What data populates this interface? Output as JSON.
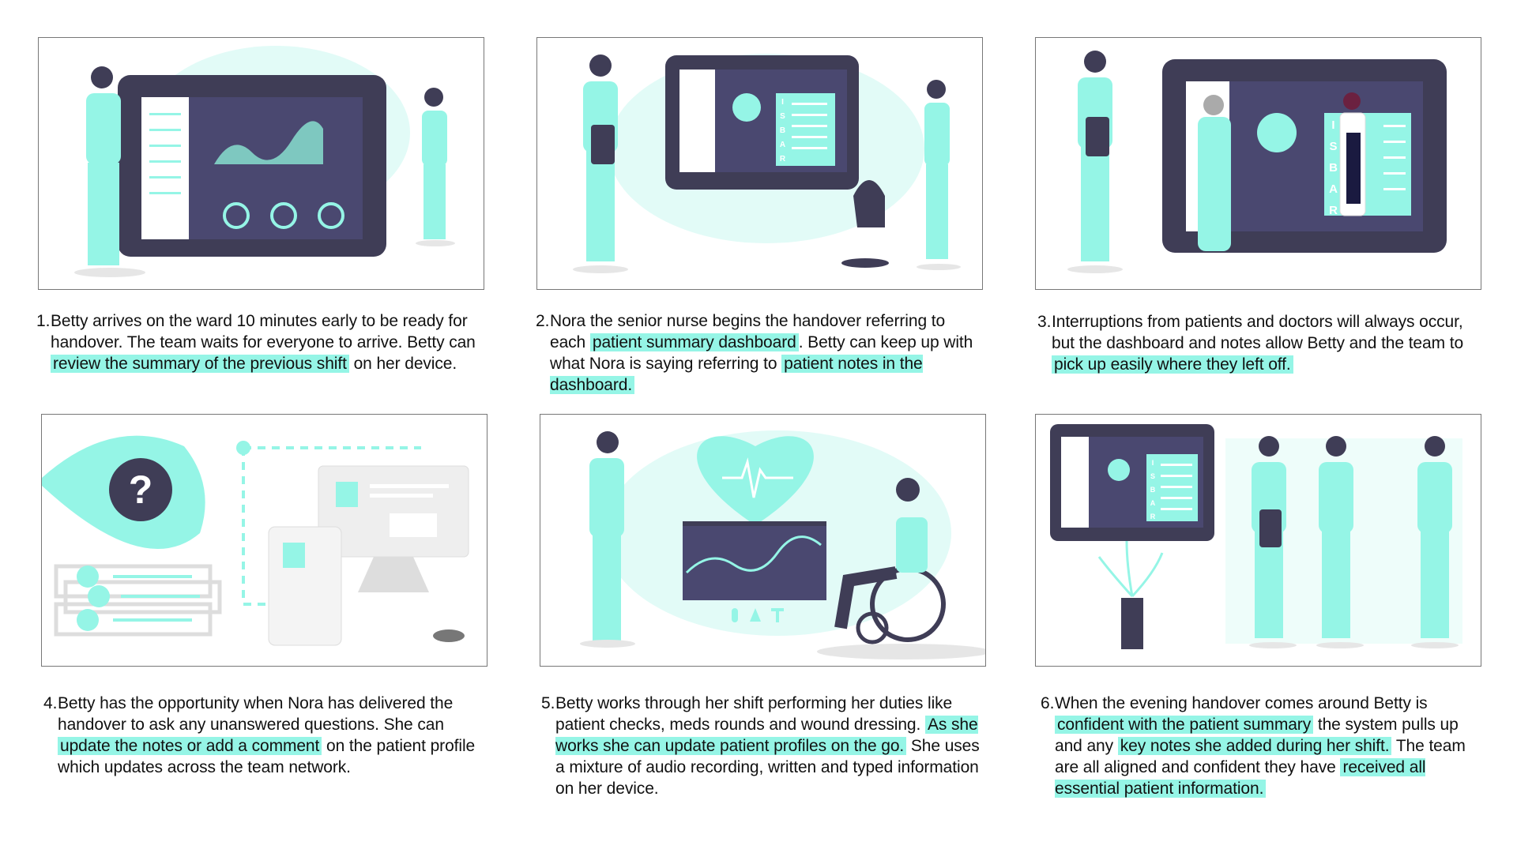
{
  "colors": {
    "mint": "#95f5e6",
    "dark": "#3f3d56",
    "highlight": "#95f5e6"
  },
  "scenes": [
    {
      "number": "1.",
      "illustration": "nurse-with-dashboard-tablet",
      "caption": [
        {
          "text": "Betty arrives on the ward 10 minutes early to be ready for handover. The team waits for everyone to arrive. Betty can ",
          "hl": false
        },
        {
          "text": "review the summary of the previous shift",
          "hl": true
        },
        {
          "text": " on her device.",
          "hl": false
        }
      ]
    },
    {
      "number": "2.",
      "illustration": "senior-nurse-isbar-dashboard",
      "screen_letters": "ISBAR",
      "caption": [
        {
          "text": "Nora the senior nurse begins the handover referring to each ",
          "hl": false
        },
        {
          "text": "patient summary dashboard",
          "hl": true
        },
        {
          "text": ". Betty can keep up with what Nora is saying referring to ",
          "hl": false
        },
        {
          "text": "patient notes in the dashboard.",
          "hl": true
        }
      ]
    },
    {
      "number": "3.",
      "illustration": "doctor-patient-interruption",
      "screen_letters": "ISBAR",
      "caption": [
        {
          "text": "Interruptions from patients and doctors will always occur, but the dashboard and notes allow Betty and the team to ",
          "hl": false
        },
        {
          "text": "pick up easily where they left off.",
          "hl": true
        }
      ]
    },
    {
      "number": "4.",
      "illustration": "questions-sync-devices",
      "caption": [
        {
          "text": "Betty has the opportunity when Nora has delivered the handover to ask any unanswered questions. She can ",
          "hl": false
        },
        {
          "text": "update the notes or add a comment",
          "hl": true
        },
        {
          "text": " on the patient profile which updates across the team network.",
          "hl": false
        }
      ]
    },
    {
      "number": "5.",
      "illustration": "nurse-wheelchair-patient-heart",
      "caption": [
        {
          "text": "Betty works through her shift performing her duties like patient checks, meds rounds and wound dressing. ",
          "hl": false
        },
        {
          "text": "As she works she can update patient profiles on the go.",
          "hl": true
        },
        {
          "text": " She uses a mixture of audio recording, written and typed information on her device.",
          "hl": false
        }
      ]
    },
    {
      "number": "6.",
      "illustration": "evening-handover-team",
      "screen_letters": "ISBAR",
      "caption": [
        {
          "text": "When the evening handover comes around Betty is ",
          "hl": false
        },
        {
          "text": "confident with the patient summary",
          "hl": true
        },
        {
          "text": " the system pulls up and any ",
          "hl": false
        },
        {
          "text": "key notes she added during her shift.",
          "hl": true
        },
        {
          "text": " The team are all aligned and confident they have ",
          "hl": false
        },
        {
          "text": "received all essential patient information.",
          "hl": true
        }
      ]
    }
  ]
}
